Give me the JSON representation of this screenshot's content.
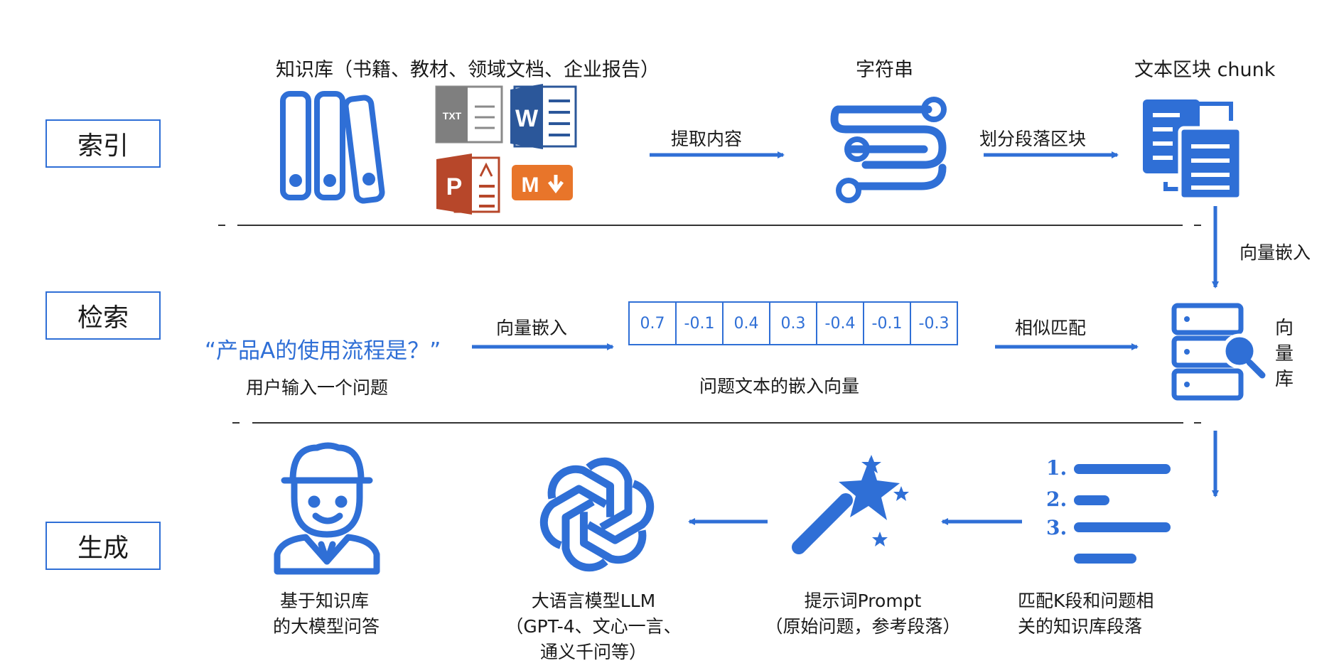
{
  "stages": {
    "index": "索引",
    "retrieve": "检索",
    "generate": "生成"
  },
  "index_row": {
    "kb_title": "知识库（书籍、教材、领域文档、企业报告）",
    "string_title": "字符串",
    "chunk_title": "文本区块 chunk",
    "extract_label": "提取内容",
    "split_label": "划分段落区块",
    "file_icons": {
      "txt": "TXT",
      "word": "W",
      "ppt": "P",
      "md": "M"
    }
  },
  "vector_embed_label": "向量嵌入",
  "retrieve_row": {
    "query": "“产品A的使用流程是？”",
    "user_input_caption": "用户输入一个问题",
    "embed_label": "向量嵌入",
    "vector_values": [
      "0.7",
      "-0.1",
      "0.4",
      "0.3",
      "-0.4",
      "-0.1",
      "-0.3"
    ],
    "vector_caption": "问题文本的嵌入向量",
    "match_label": "相似匹配",
    "vector_db_label": [
      "向",
      "量",
      "库"
    ]
  },
  "generate_row": {
    "answer_caption": [
      "基于知识库",
      "的大模型问答"
    ],
    "llm_caption": [
      "大语言模型LLM",
      "（GPT-4、文心一言、",
      "通义千问等）"
    ],
    "prompt_caption": [
      "提示词Prompt",
      "（原始问题，参考段落）"
    ],
    "topk_caption": [
      "匹配K段和问题相",
      "关的知识库段落"
    ],
    "list_numbers": [
      "1.",
      "2.",
      "3."
    ]
  },
  "colors": {
    "accent": "#2f6fd6",
    "word": "#2b579a",
    "ppt": "#b7472a",
    "md": "#e8752a",
    "txt": "#7f7f7f"
  }
}
